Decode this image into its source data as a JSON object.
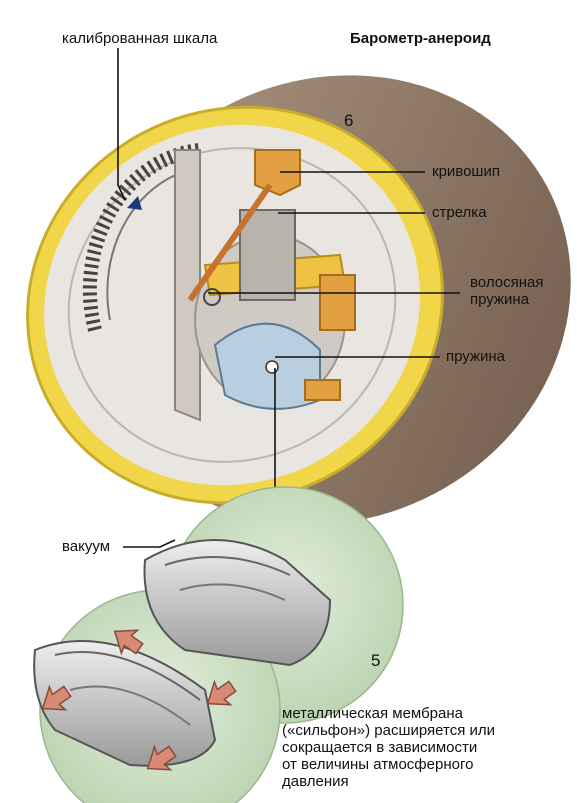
{
  "title": "Барометр-анероид",
  "labels": {
    "scale": "калиброванная шкала",
    "crank": "кривошип",
    "pointer": "стрелка",
    "hair_spring": "волосяная\nпружина",
    "spring": "пружина",
    "vacuum": "вакуум",
    "membrane": "металлическая мембрана\n(«сильфон») расширяется или\nсокращается в зависимости\nот величины атмосферного\nдавления"
  },
  "numbers": {
    "top": "6",
    "bottom": "5"
  },
  "colors": {
    "rim_yellow": "#f2d64a",
    "case_brown": "#8c7566",
    "dial_grey": "#dedad6",
    "mechanism_orange": "#e0a040",
    "bellows_green": "#c9dcc0",
    "arrow_salmon": "#d98a74"
  }
}
